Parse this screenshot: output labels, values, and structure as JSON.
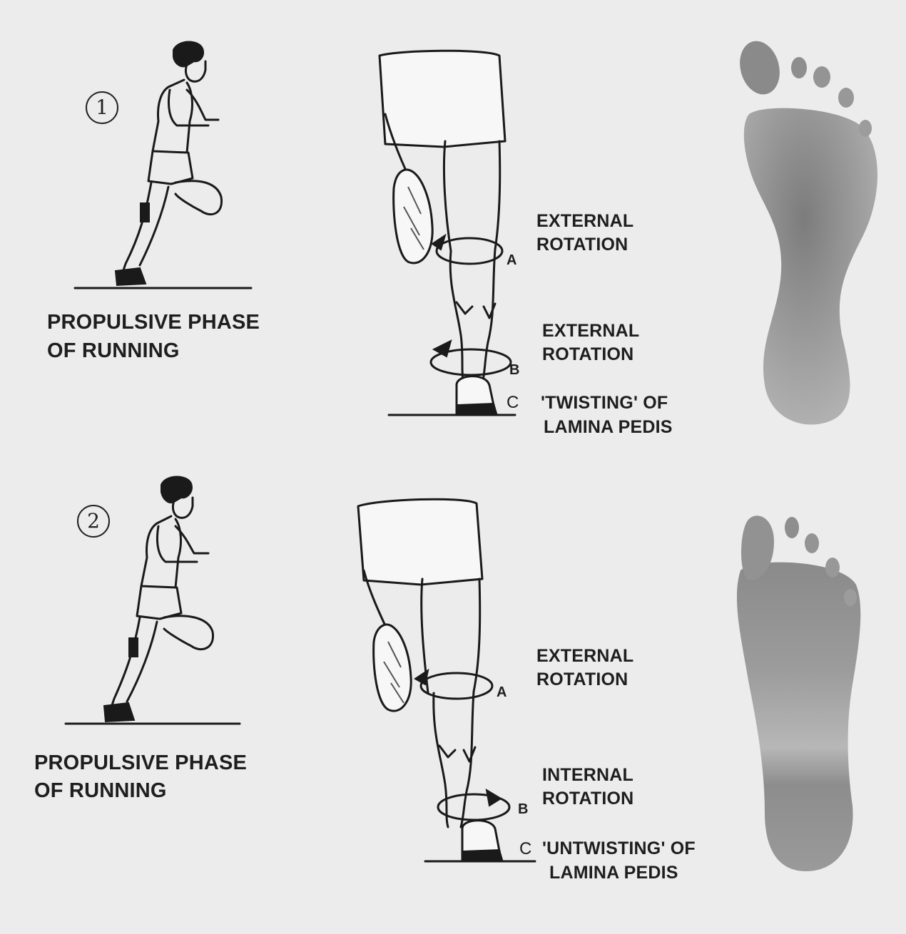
{
  "panels": [
    {
      "number": "1",
      "caption_line1": "PROPULSIVE PHASE",
      "caption_line2": "OF RUNNING",
      "label_a_line1": "EXTERNAL",
      "label_a_line2": "ROTATION",
      "letter_a": "A",
      "label_b_line1": "EXTERNAL",
      "label_b_line2": "ROTATION",
      "letter_b": "B",
      "label_c_line1": "'TWISTING' OF",
      "label_c_line2": "LAMINA PEDIS",
      "letter_c": "C"
    },
    {
      "number": "2",
      "caption_line1": "PROPULSIVE PHASE",
      "caption_line2": "OF RUNNING",
      "label_a_line1": "EXTERNAL",
      "label_a_line2": "ROTATION",
      "letter_a": "A",
      "label_b_line1": "INTERNAL",
      "label_b_line2": "ROTATION",
      "letter_b": "B",
      "label_c_line1": "'UNTWISTING' OF",
      "label_c_line2": "LAMINA PEDIS",
      "letter_c": "C"
    }
  ],
  "colors": {
    "background": "#ececec",
    "ink": "#1a1a1a",
    "footprint": "#8e8e8e"
  },
  "icons": [
    "runner-illustration",
    "leg-rotation-illustration",
    "footprint-pressure-map"
  ]
}
